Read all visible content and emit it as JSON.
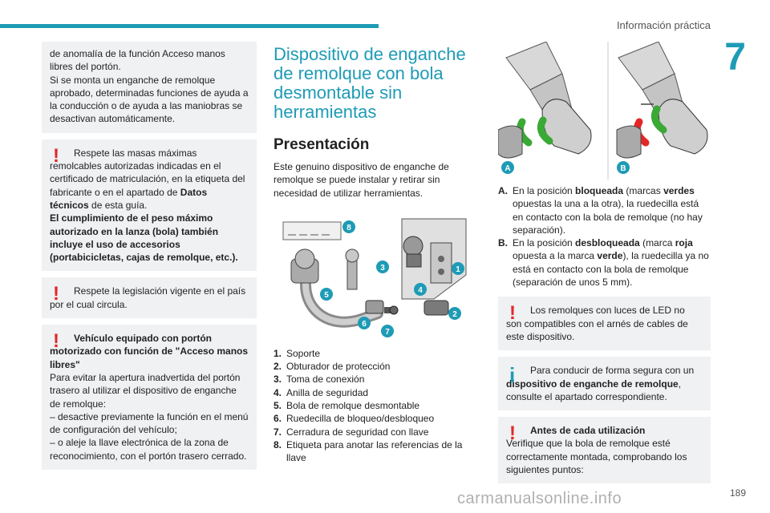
{
  "header": {
    "title": "Información práctica",
    "chapter": "7"
  },
  "footer": {
    "page": "189",
    "watermark": "carmanualsonline.info"
  },
  "col1": {
    "box1": "de anomalía de la función Acceso manos libres del portón.\nSi se monta un enganche de remolque aprobado, determinadas funciones de ayuda a la conducción o de ayuda a las maniobras se desactivan automáticamente.",
    "box2_a": "Respete las masas máximas remolcables autorizadas indicadas en el certificado de matriculación, en la etiqueta del fabricante o en el apartado de ",
    "box2_b": "Datos técnicos",
    "box2_c": " de esta guía.",
    "box2_d": "El cumplimiento de el peso máximo autorizado en la lanza (bola) también incluye el uso de accesorios (portabicicletas, cajas de remolque, etc.).",
    "box3": "Respete la legislación vigente en el país por el cual circula.",
    "box4_title": "Vehículo equipado con portón motorizado con función de \"Acceso manos libres\"",
    "box4_body": "Para evitar la apertura inadvertida del portón trasero al utilizar el dispositivo de enganche de remolque:",
    "box4_l1": "–  desactive previamente la función en el menú de configuración del vehículo;",
    "box4_l2": "–  o aleje la llave electrónica de la zona de reconocimiento, con el portón trasero cerrado."
  },
  "col2": {
    "title": "Dispositivo de enganche de remolque con bola desmontable sin herramientas",
    "subtitle": "Presentación",
    "intro": "Este genuino dispositivo de enganche de remolque se puede instalar y retirar sin necesidad de utilizar herramientas.",
    "figure_labels": [
      "1",
      "2",
      "3",
      "4",
      "5",
      "6",
      "7",
      "8"
    ],
    "items": [
      {
        "n": "1.",
        "t": "Soporte"
      },
      {
        "n": "2.",
        "t": "Obturador de protección"
      },
      {
        "n": "3.",
        "t": "Toma de conexión"
      },
      {
        "n": "4.",
        "t": "Anilla de seguridad"
      },
      {
        "n": "5.",
        "t": "Bola de remolque desmontable"
      },
      {
        "n": "6.",
        "t": "Ruedecilla de bloqueo/desbloqueo"
      },
      {
        "n": "7.",
        "t": "Cerradura de seguridad con llave"
      },
      {
        "n": "8.",
        "t": "Etiqueta para anotar las referencias de la llave"
      }
    ]
  },
  "col3": {
    "fig_labels": {
      "a": "A",
      "b": "B"
    },
    "a_label": "A.",
    "a_1": "En la posición ",
    "a_2": "bloqueada",
    "a_3": " (marcas ",
    "a_4": "verdes",
    "a_5": " opuestas la una a la otra), la ruedecilla está en contacto con la bola de remolque (no hay separación).",
    "b_label": "B.",
    "b_1": "En la posición ",
    "b_2": "desbloqueada",
    "b_3": " (marca ",
    "b_4": "roja",
    "b_5": " opuesta a la marca ",
    "b_6": "verde",
    "b_7": "), la ruedecilla ya no está en contacto con la bola de remolque (separación de unos 5 mm).",
    "box1": "Los remolques con luces de LED no son compatibles con el arnés de cables de este dispositivo.",
    "box2_a": "Para conducir de forma segura con un ",
    "box2_b": "dispositivo de enganche de remolque",
    "box2_c": ", consulte el apartado correspondiente.",
    "box3_title": "Antes de cada utilización",
    "box3_body": "Verifique que la bola de remolque esté correctamente montada, comprobando los siguientes puntos:"
  },
  "colors": {
    "accent": "#1e9bb5",
    "warning": "#e32726",
    "green": "#3aa935",
    "red": "#e32726"
  },
  "icons": {
    "warning": "exclamation-icon",
    "info": "info-icon"
  }
}
